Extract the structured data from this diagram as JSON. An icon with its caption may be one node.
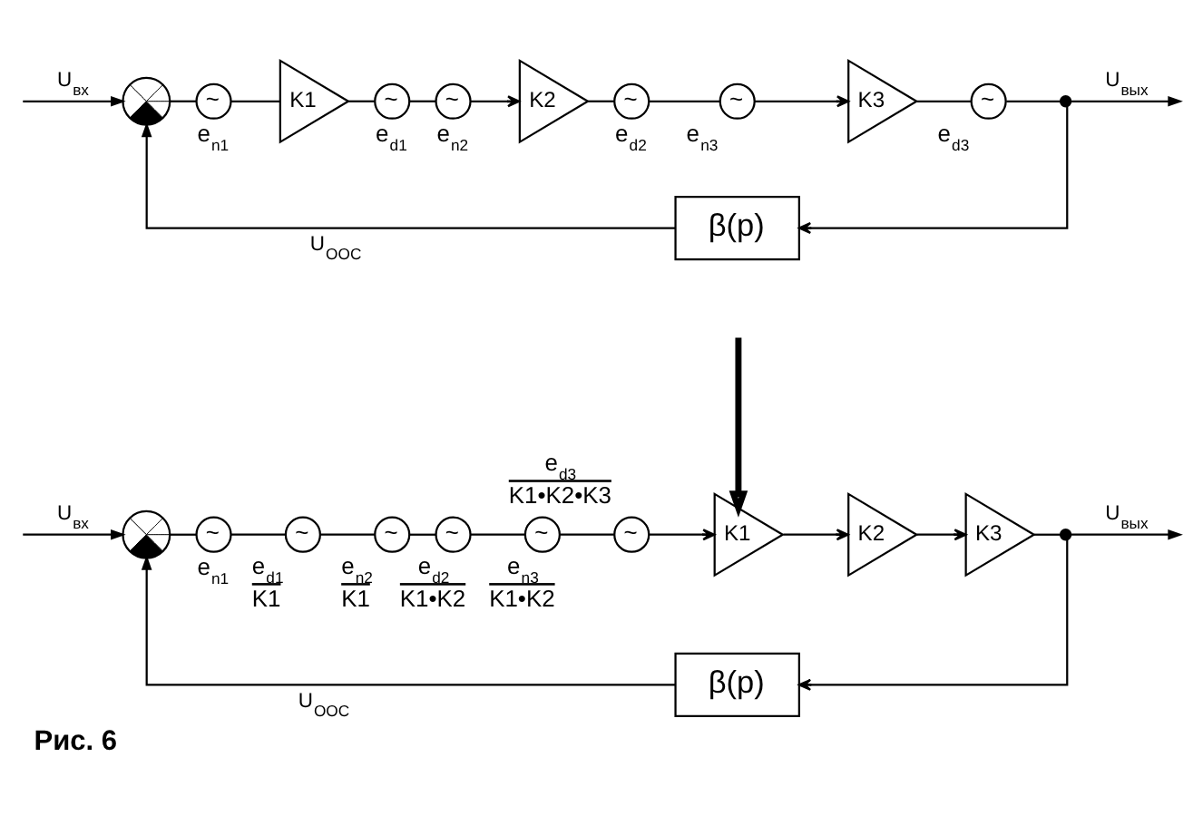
{
  "diagram": {
    "caption": "Рис. 6",
    "nodes": [
      {
        "text": [],
        "shape": "circle"
      },
      {
        "text": [
          "~"
        ],
        "beside": [
          "e$_{n1}$"
        ]
      },
      {
        "text": [
          "K1"
        ]
      },
      {
        "text": [
          "~"
        ],
        "beside": [
          "e$_{d1}$"
        ]
      },
      {
        "text": [
          "~"
        ],
        "beside": [
          "e$_{n2}$"
        ]
      },
      {
        "text": [
          "K2"
        ]
      },
      {
        "text": [
          "~"
        ],
        "beside": [
          "e$_{d2}$"
        ]
      },
      {
        "text": [
          "~"
        ],
        "beside": [
          "e$_{n3}$"
        ]
      },
      {
        "text": [
          "K3"
        ]
      },
      {
        "text": [
          "~"
        ],
        "beside": [
          "e$_{d3}$"
        ]
      },
      {
        "text": [],
        "shape": "dot"
      },
      {
        "text": [
          "β(p)"
        ]
      },
      {
        "text": [],
        "shape": "circle"
      },
      {
        "text": [
          "~"
        ],
        "beside": [
          "e$_{n1}$"
        ]
      },
      {
        "text": [
          "~"
        ],
        "beside": [
          "e$_{d1}$",
          "K1"
        ]
      },
      {
        "text": [
          "~"
        ],
        "beside": [
          "e$_{n2}$",
          "K1"
        ]
      },
      {
        "text": [
          "~"
        ],
        "beside": [
          "e$_{d2}$",
          "K1•K2"
        ]
      },
      {
        "text": [
          "~"
        ],
        "beside": [
          "e$_{n3}$",
          "K1•K2"
        ]
      },
      {
        "text": [
          "~"
        ],
        "beside": [
          "e$_{d3}$",
          "K1•K2•K3"
        ]
      },
      {
        "text": [
          "K1"
        ]
      },
      {
        "text": [
          "K2"
        ]
      },
      {
        "text": [
          "K3"
        ]
      },
      {
        "text": [],
        "shape": "dot"
      },
      {
        "text": [
          "β(p)"
        ]
      }
    ],
    "edges": [
      {
        "from": null,
        "to": 0,
        "arrow": "to",
        "label": "U$_{вх}$"
      },
      {
        "from": 0,
        "to": 1,
        "arrow": "none"
      },
      {
        "from": 1,
        "to": 2,
        "arrow": "none"
      },
      {
        "from": 2,
        "to": 3,
        "arrow": "none"
      },
      {
        "from": 3,
        "to": 4,
        "arrow": "none"
      },
      {
        "from": 4,
        "to": 5,
        "arrow": "to"
      },
      {
        "from": 5,
        "to": 6,
        "arrow": "none"
      },
      {
        "from": 6,
        "to": 7,
        "arrow": "none"
      },
      {
        "from": 7,
        "to": 8,
        "arrow": "to"
      },
      {
        "from": 8,
        "to": 9,
        "arrow": "none"
      },
      {
        "from": 9,
        "to": 10,
        "arrow": "none"
      },
      {
        "from": 10,
        "to": null,
        "arrow": "to",
        "label": "U$_{вых}$"
      },
      {
        "from": 10,
        "to": 11,
        "arrow": "to"
      },
      {
        "from": 11,
        "to": 0,
        "arrow": "to",
        "label": "U$_{ООС}$"
      },
      {
        "from": null,
        "to": 19,
        "arrow": "to",
        "style": "thick"
      },
      {
        "from": null,
        "to": 12,
        "arrow": "to",
        "label": "U$_{вх}$"
      },
      {
        "from": 12,
        "to": 13,
        "arrow": "none"
      },
      {
        "from": 13,
        "to": 14,
        "arrow": "none"
      },
      {
        "from": 14,
        "to": 15,
        "arrow": "none"
      },
      {
        "from": 15,
        "to": 16,
        "arrow": "none"
      },
      {
        "from": 16,
        "to": 17,
        "arrow": "none"
      },
      {
        "from": 17,
        "to": 18,
        "arrow": "none"
      },
      {
        "from": 18,
        "to": 19,
        "arrow": "to"
      },
      {
        "from": 19,
        "to": 20,
        "arrow": "to"
      },
      {
        "from": 20,
        "to": 21,
        "arrow": "to"
      },
      {
        "from": 21,
        "to": 22,
        "arrow": "none"
      },
      {
        "from": 22,
        "to": null,
        "arrow": "to",
        "label": "U$_{вых}$"
      },
      {
        "from": 22,
        "to": 23,
        "arrow": "to"
      },
      {
        "from": 23,
        "to": 12,
        "arrow": "to",
        "label": "U$_{ООС}$"
      }
    ]
  }
}
